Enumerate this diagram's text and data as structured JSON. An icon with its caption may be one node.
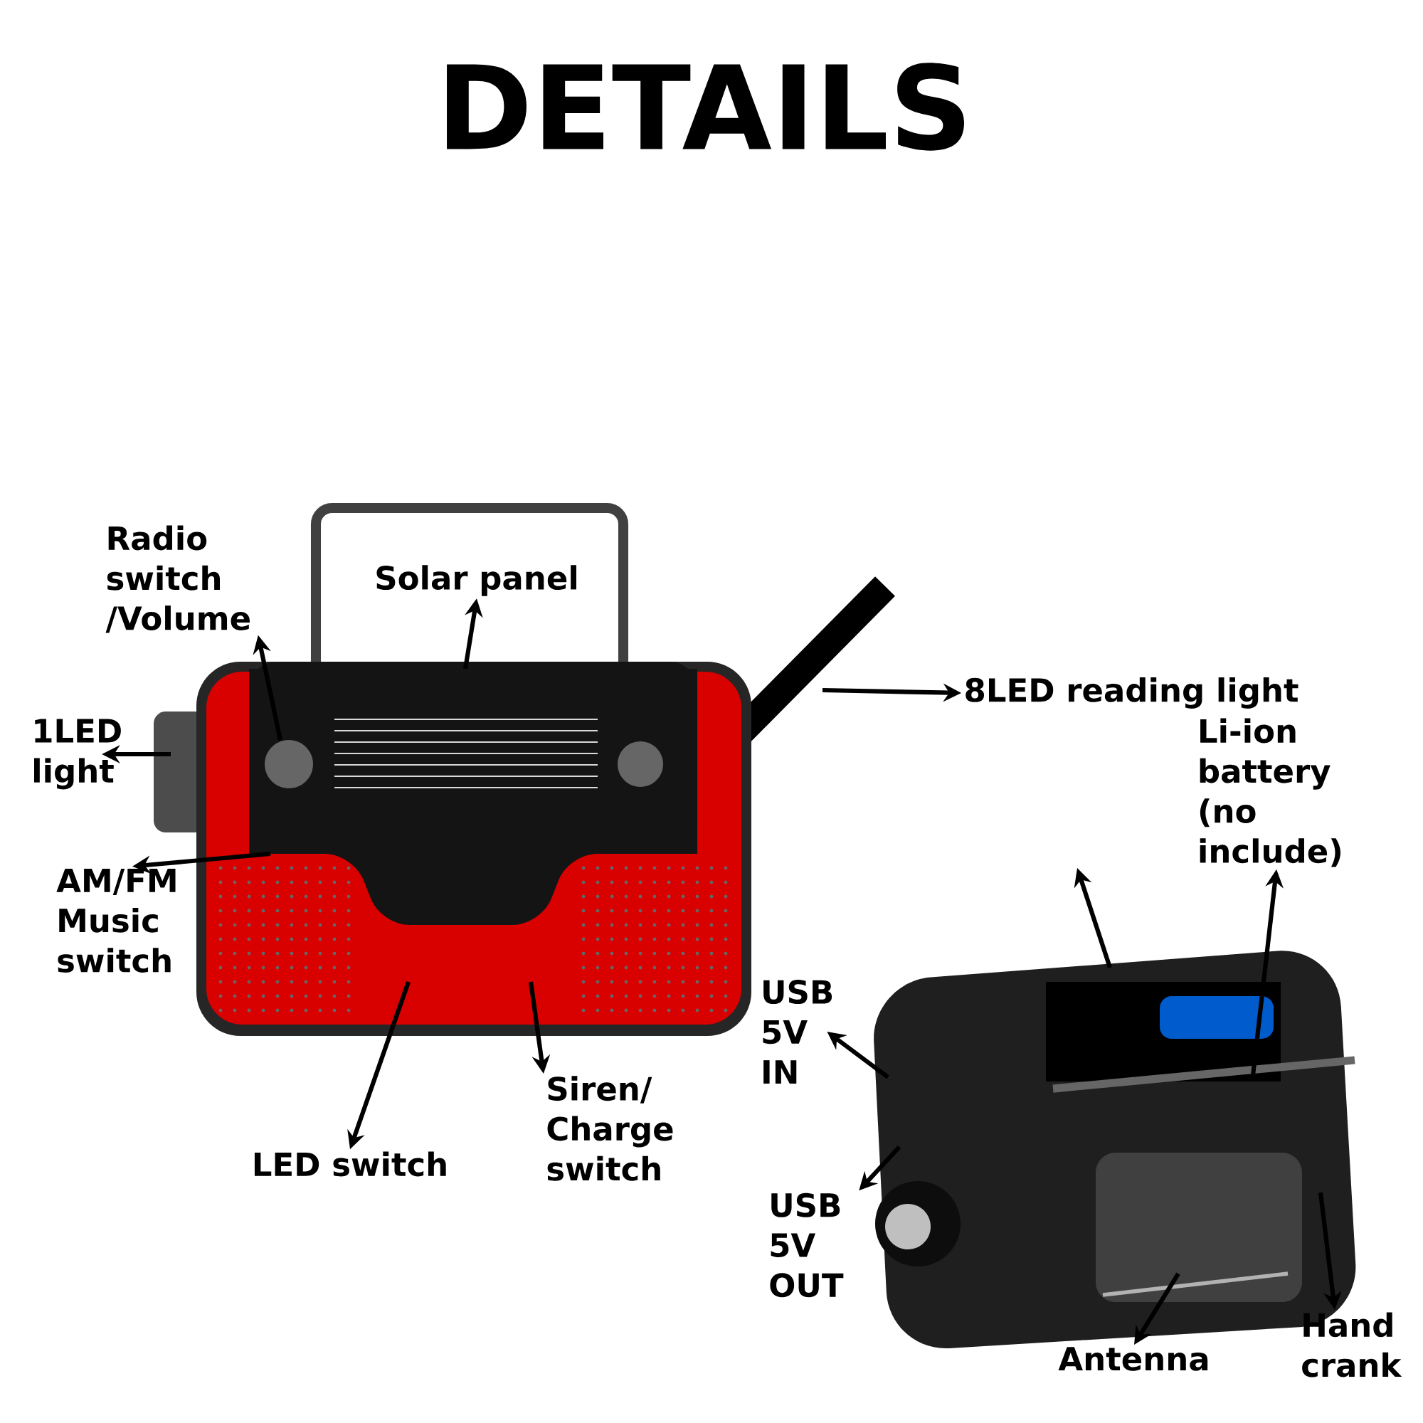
{
  "diagram": {
    "title": "DETAILS",
    "nodes": [
      {
        "text": [
          "Radio switch /Volume"
        ]
      },
      {
        "text": [
          "Solar panel"
        ]
      },
      {
        "text": [
          "1LED light"
        ]
      },
      {
        "text": [
          "AM/FM Music switch"
        ]
      },
      {
        "text": [
          "LED switch"
        ]
      },
      {
        "text": [
          "Siren/ Charge switch"
        ]
      },
      {
        "text": [
          "8LED reading light"
        ]
      },
      {
        "text": [
          "Li-ion battery (no include)"
        ]
      },
      {
        "text": [
          "USB 5V IN"
        ]
      },
      {
        "text": [
          "USB 5V OUT"
        ]
      },
      {
        "text": [
          "Antenna"
        ]
      },
      {
        "text": [
          "Hand crank"
        ]
      }
    ],
    "edges": [
      {
        "from": null,
        "to": 0,
        "arrow": "to"
      },
      {
        "from": null,
        "to": 1,
        "arrow": "to"
      },
      {
        "from": null,
        "to": 2,
        "arrow": "to"
      },
      {
        "from": null,
        "to": 3,
        "arrow": "to"
      },
      {
        "from": null,
        "to": 4,
        "arrow": "to"
      },
      {
        "from": null,
        "to": 5,
        "arrow": "to"
      },
      {
        "from": null,
        "to": 6,
        "arrow": "to"
      },
      {
        "from": null,
        "to": 7,
        "arrow": "to"
      },
      {
        "from": null,
        "to": 8,
        "arrow": "to"
      },
      {
        "from": null,
        "to": 9,
        "arrow": "to"
      },
      {
        "from": null,
        "to": 10,
        "arrow": "to"
      },
      {
        "from": null,
        "to": 11,
        "arrow": "to"
      }
    ]
  }
}
